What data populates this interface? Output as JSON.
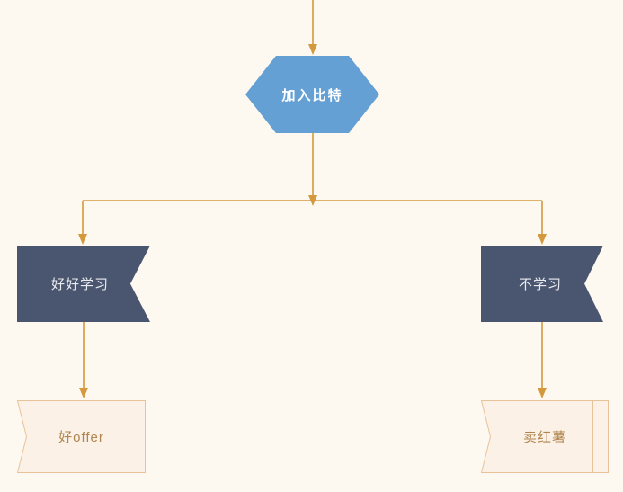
{
  "diagram": {
    "background_color": "#fdf8f0",
    "connector_color": "#d5993d",
    "nodes": {
      "start": {
        "shape": "hexagon",
        "label": "加入比特",
        "fill": "#64a0d4",
        "text_color": "#ffffff"
      },
      "study_hard": {
        "shape": "flag",
        "label": "好好学习",
        "fill": "#4a5670",
        "text_color": "#e9ebf0"
      },
      "no_study": {
        "shape": "flag",
        "label": "不学习",
        "fill": "#4a5670",
        "text_color": "#e9ebf0"
      },
      "good_offer": {
        "shape": "card",
        "label": "好offer",
        "fill": "#fbf1e7",
        "border_color": "#e9c29a",
        "text_color": "#b0854e"
      },
      "sell_sweet_potato": {
        "shape": "card",
        "label": "卖红薯",
        "fill": "#fbf1e7",
        "border_color": "#e9c29a",
        "text_color": "#b0854e"
      }
    },
    "edges": [
      {
        "from": "top",
        "to": "start"
      },
      {
        "from": "start",
        "to": "branch-junction"
      },
      {
        "from": "branch-junction",
        "to": "study_hard"
      },
      {
        "from": "branch-junction",
        "to": "no_study"
      },
      {
        "from": "study_hard",
        "to": "good_offer"
      },
      {
        "from": "no_study",
        "to": "sell_sweet_potato"
      }
    ]
  }
}
